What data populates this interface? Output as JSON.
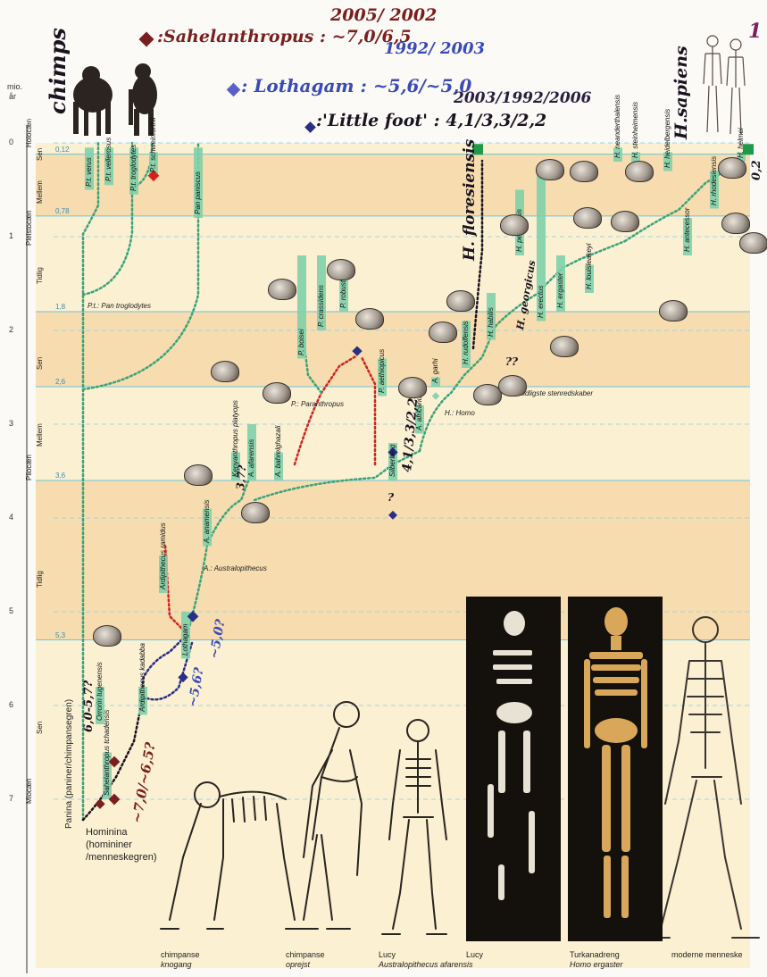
{
  "page_number": "1",
  "axis": {
    "unit_line1": "mio.",
    "unit_line2": "år",
    "ticks": [
      {
        "label": "0",
        "value": 0
      },
      {
        "label": "1",
        "value": 1
      },
      {
        "label": "2",
        "value": 2
      },
      {
        "label": "3",
        "value": 3
      },
      {
        "label": "4",
        "value": 4
      },
      {
        "label": "5",
        "value": 5
      },
      {
        "label": "6",
        "value": 6
      },
      {
        "label": "7",
        "value": 7
      }
    ],
    "boundaries": [
      {
        "label": "0,12",
        "value": 0.12
      },
      {
        "label": "0,78",
        "value": 0.78
      },
      {
        "label": "1,8",
        "value": 1.8
      },
      {
        "label": "2,6",
        "value": 2.6
      },
      {
        "label": "3,6",
        "value": 3.6
      },
      {
        "label": "5,3",
        "value": 5.3
      }
    ],
    "epochs": [
      "Holocæn",
      "Pleistocæn",
      "Pliocæn",
      "Miocæn"
    ],
    "stages": [
      "Sen",
      "Mellem",
      "Tidlig",
      "Sen",
      "Mellem",
      "Tidlig",
      "Sen"
    ]
  },
  "handwritten": {
    "chimps": "chimps",
    "sapiens": "H.sapiens",
    "floresiensis": "H. floresiensis",
    "line1_years": "2005/ 2002",
    "line1": ":Sahelanthropus : ~7,0/6,5",
    "line2_years": "1992/ 2003",
    "line2": ": Lothagam : ~5,6/~5,0",
    "line3_years": "2003/1992/2006",
    "line3": ":'Little foot' : 4,1/3,3/2,2",
    "sapiens_age": "0,2",
    "ages_orrorin": "6,0-5,7?",
    "ages_sahel": "~7,0/~6,5?",
    "ages_lothagam_a": "~5,6?",
    "ages_lothagam_b": "~5,0?",
    "ages_littlefoot": "4,1/3,3/2,2",
    "ages_kenyan": "3,7?",
    "georgicus": "H. georgicus",
    "qq": "??",
    "q": "?"
  },
  "labels": {
    "pan_troglodytes": "P.t.: Pan troglodytes",
    "paranthropus": "P.: Paranthropus",
    "homo": "H.: Homo",
    "australopithecus": "A.: Australopithecus",
    "tools": "tidligste stenredskaber",
    "panina": "Panina (paniner/chimpansegren)",
    "hominina1": "Hominina",
    "hominina2": "(homininer",
    "hominina3": "/menneskegren)"
  },
  "species": [
    "P.t. verus",
    "P.t. vellerosus",
    "P.t. troglodytes",
    "P.t. schweinfurthii",
    "Pan paniscus",
    "P. boisei",
    "P. crassidens",
    "P. robustus",
    "P. aethiopicus",
    "A. bahrelghazali",
    "Kenyanthropus platyops",
    "A. afarensis",
    "A. anamensis",
    "Ardipithecus ramidus",
    "Ardipithecus kadabba",
    "Orrorin tugenensis",
    "Sahelanthropus tchadensis",
    "Lothagam",
    "Silberberg",
    "A. africanus",
    "A. garhi",
    "H. rudolfensis",
    "H. habilis",
    "H. pekinensis",
    "H. erectus",
    "H. ergaster",
    "H. louisleakeyi",
    "H. neanderthalensis",
    "H. steinheimensis",
    "H. heidelbergensis",
    "H. antecessor",
    "H. rhodesiensis",
    "H. helmei"
  ],
  "captions": [
    {
      "line1": "chimpanse",
      "line2": "knogang"
    },
    {
      "line1": "chimpanse",
      "line2": "oprejst"
    },
    {
      "line1": "Lucy",
      "line2": "Australopithecus afarensis"
    },
    {
      "line1": "Lucy",
      "line2": ""
    },
    {
      "line1": "Turkanadreng",
      "line2": "Homo ergaster"
    },
    {
      "line1": "moderne menneske",
      "line2": ""
    }
  ],
  "colors": {
    "band_light": "#fbf0d2",
    "band_dark": "#f6dcae",
    "green": "#3aa37a",
    "green_bar": "#7fd0aa",
    "red": "#d2231f",
    "navy": "#2a2e86",
    "maroon": "#7a1f1f",
    "blue_ink": "#3a4bb8",
    "black_ink": "#1a1320"
  }
}
